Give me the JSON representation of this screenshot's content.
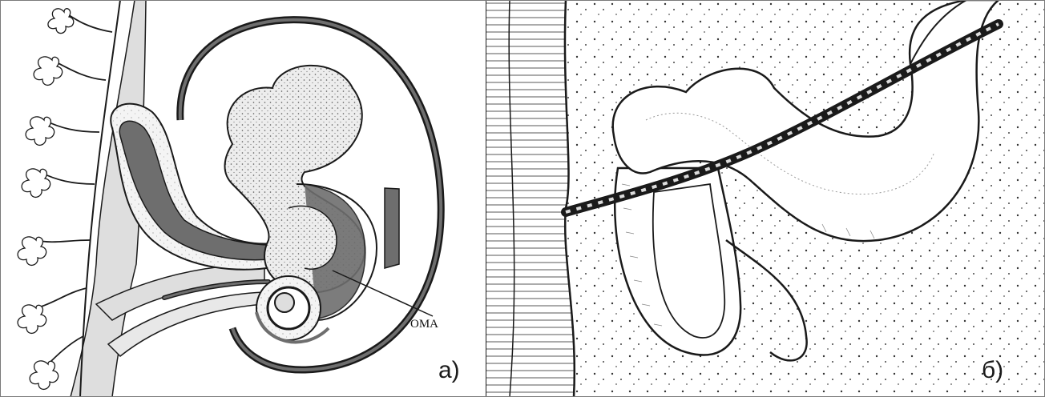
{
  "figure": {
    "panel_a": {
      "label": "а)",
      "annotation": "OMA"
    },
    "panel_b": {
      "label": "б)"
    }
  },
  "colors": {
    "line": "#1a1a1a",
    "frame": "#7a7a7a",
    "stipple_bg": "#f2f2f2",
    "gray_fill": "#dcdcdc",
    "dark_gut": "#6e6e6e",
    "white": "#ffffff"
  }
}
